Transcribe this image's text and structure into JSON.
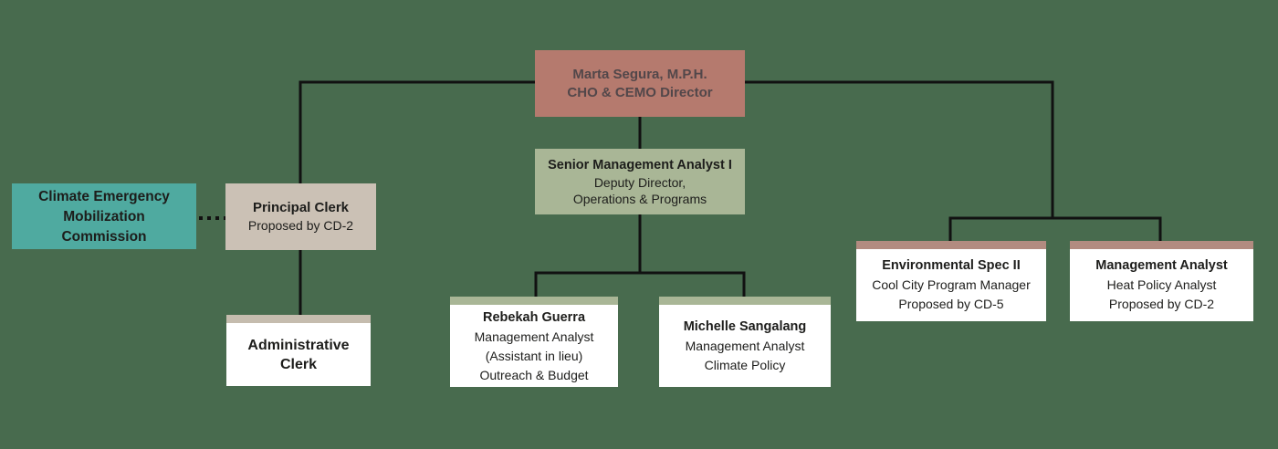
{
  "colors": {
    "background": "#486b4e",
    "line": "#111111",
    "salmon": "#b57a6e",
    "sage": "#a9b696",
    "teal": "#4faaa0",
    "greige": "#cbc1b5",
    "tan_strip": "#c5bcae",
    "rose_strip": "#b28b80",
    "white": "#ffffff",
    "text_dark": "#1d1d1b",
    "text_on_salmon": "#52474a"
  },
  "nodes": {
    "director": {
      "lines": [
        "Marta Segura, M.P.H.",
        "CHO & CEMO Director"
      ]
    },
    "deputy_director": {
      "title": "Senior Management Analyst I",
      "lines": [
        "Deputy Director,",
        "Operations & Programs"
      ]
    },
    "commission": {
      "lines": [
        "Climate Emergency",
        "Mobilization Commission"
      ]
    },
    "principal_clerk": {
      "title": "Principal Clerk",
      "subtitle": "Proposed by CD-2"
    },
    "administrative_clerk": {
      "title": "Administrative Clerk"
    },
    "outreach_budget_analyst": {
      "title": "Rebekah Guerra",
      "lines": [
        "Management Analyst",
        "(Assistant in lieu)",
        "Outreach & Budget"
      ]
    },
    "climate_policy_analyst": {
      "title": "Michelle Sangalang",
      "lines": [
        "Management Analyst",
        "Climate Policy"
      ]
    },
    "cool_city_program_manager": {
      "title": "Environmental Spec II",
      "lines": [
        "Cool City Program Manager",
        "Proposed by CD-5"
      ]
    },
    "heat_policy_analyst": {
      "title": "Management Analyst",
      "lines": [
        "Heat Policy Analyst",
        "Proposed by CD-2"
      ]
    }
  },
  "edges": [
    {
      "from": "director",
      "to": "principal_clerk",
      "style": "solid"
    },
    {
      "from": "director",
      "to": "deputy_director",
      "style": "solid"
    },
    {
      "from": "director",
      "to": "cool_city_program_manager",
      "style": "solid"
    },
    {
      "from": "director",
      "to": "heat_policy_analyst",
      "style": "solid"
    },
    {
      "from": "deputy_director",
      "to": "outreach_budget_analyst",
      "style": "solid"
    },
    {
      "from": "deputy_director",
      "to": "climate_policy_analyst",
      "style": "solid"
    },
    {
      "from": "principal_clerk",
      "to": "administrative_clerk",
      "style": "solid"
    },
    {
      "from": "commission",
      "to": "principal_clerk",
      "style": "dotted"
    }
  ]
}
